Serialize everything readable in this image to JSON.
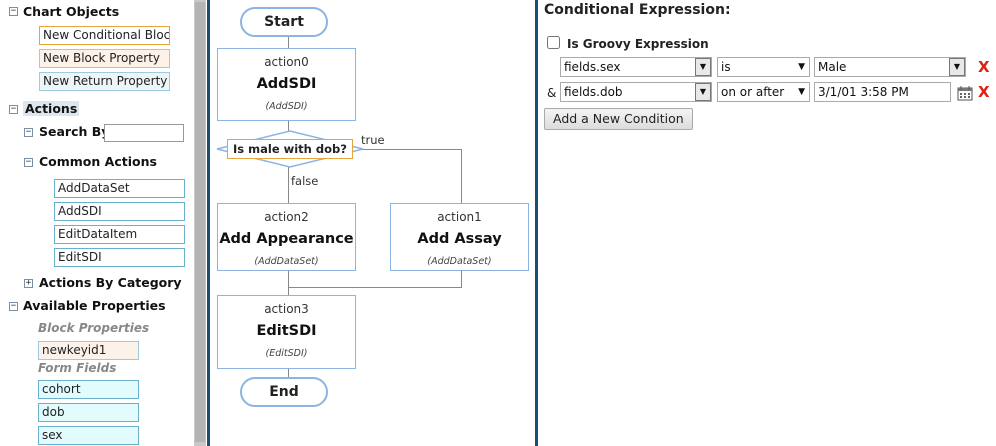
{
  "left": {
    "chart_objects": {
      "label": "Chart Objects",
      "items": [
        "New Conditional Block",
        "New Block Property",
        "New Return Property"
      ]
    },
    "actions": {
      "label": "Actions",
      "search_label": "Search By:",
      "search_value": "",
      "common_label": "Common Actions",
      "common_items": [
        "AddDataSet",
        "AddSDI",
        "EditDataItem",
        "EditSDI"
      ],
      "by_category_label": "Actions By Category"
    },
    "available_properties": {
      "label": "Available Properties",
      "block_properties_label": "Block Properties",
      "block_properties": [
        "newkeyid1"
      ],
      "form_fields_label": "Form Fields",
      "form_fields": [
        "cohort",
        "dob",
        "sex"
      ]
    }
  },
  "flow": {
    "start": "Start",
    "end": "End",
    "condition": "Is male with dob?",
    "true_label": "true",
    "false_label": "false",
    "actions": [
      {
        "id": "action0",
        "name": "AddSDI",
        "type": "(AddSDI)"
      },
      {
        "id": "action2",
        "name": "Add Appearance",
        "type": "(AddDataSet)"
      },
      {
        "id": "action1",
        "name": "Add Assay",
        "type": "(AddDataSet)"
      },
      {
        "id": "action3",
        "name": "EditSDI",
        "type": "(EditSDI)"
      }
    ]
  },
  "right": {
    "title": "Conditional Expression:",
    "groovy_label": "Is Groovy Expression",
    "groovy_checked": false,
    "conditions": [
      {
        "prefix": "",
        "field": "fields.sex",
        "operator": "is",
        "value": "Male"
      },
      {
        "prefix": "&",
        "field": "fields.dob",
        "operator": "on or after",
        "value": "3/1/01 3:58 PM"
      }
    ],
    "add_button": "Add a New Condition",
    "remove_symbol": "X"
  },
  "colors": {
    "divider": "#1b4f72",
    "terminal_border": "#8bb4e0",
    "condition_border": "#e8a33b",
    "remove_red": "#dd2211"
  }
}
